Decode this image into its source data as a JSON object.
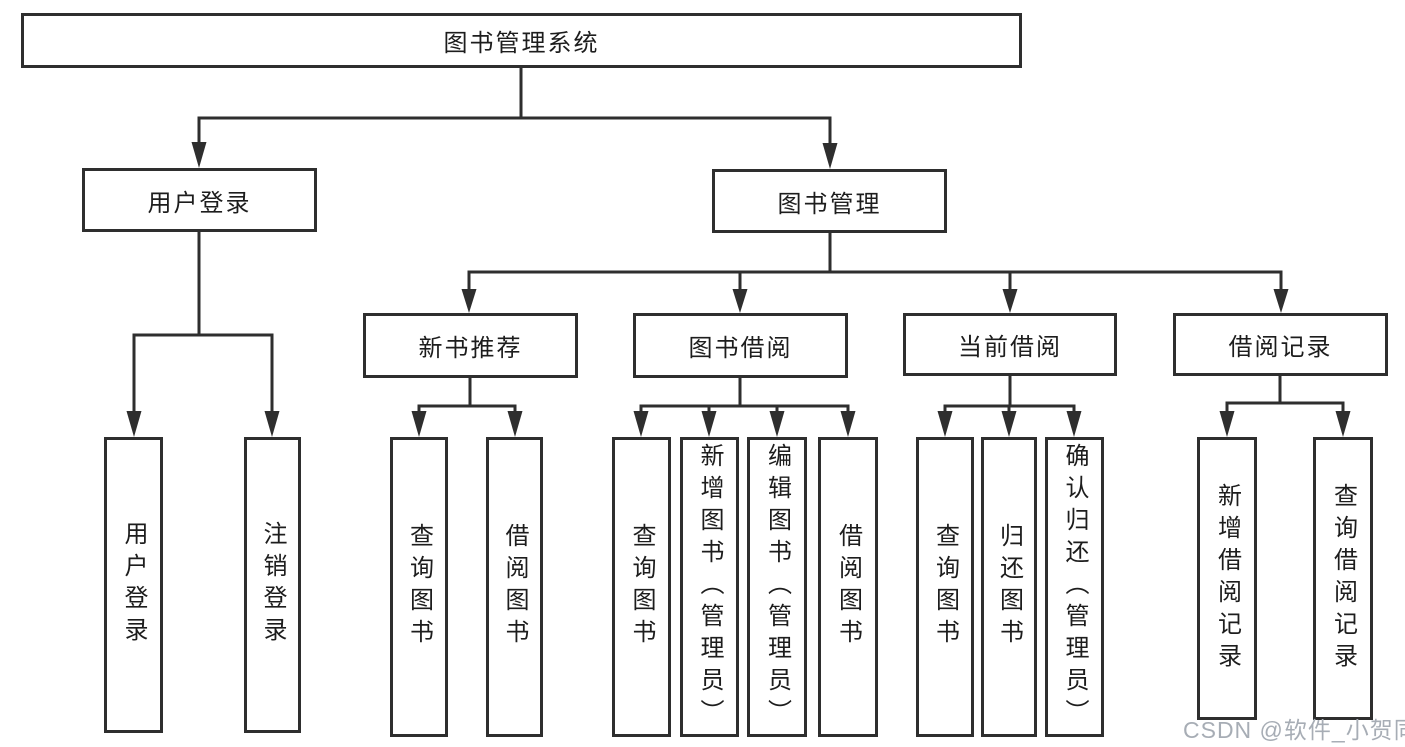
{
  "colors": {
    "line": "#2e2e2e",
    "text": "#1d1d1d",
    "box_background": "#ffffff",
    "watermark": "#a7adb5"
  },
  "watermark": {
    "text": "CSDN @软件_小贺同学"
  },
  "tree": {
    "root": {
      "label": "图书管理系统"
    },
    "branches": [
      {
        "label": "用户登录",
        "children": [
          {
            "label": "用户登录"
          },
          {
            "label": "注销登录"
          }
        ]
      },
      {
        "label": "图书管理",
        "children": [
          {
            "label": "新书推荐",
            "children": [
              {
                "label": "查询图书"
              },
              {
                "label": "借阅图书"
              }
            ]
          },
          {
            "label": "图书借阅",
            "children": [
              {
                "label": "查询图书"
              },
              {
                "label": "新增图书（管理员）"
              },
              {
                "label": "编辑图书（管理员）"
              },
              {
                "label": "借阅图书"
              }
            ]
          },
          {
            "label": "当前借阅",
            "children": [
              {
                "label": "查询图书"
              },
              {
                "label": "归还图书"
              },
              {
                "label": "确认归还（管理员）"
              }
            ]
          },
          {
            "label": "借阅记录",
            "children": [
              {
                "label": "新增借阅记录"
              },
              {
                "label": "查询借阅记录"
              }
            ]
          }
        ]
      }
    ]
  }
}
